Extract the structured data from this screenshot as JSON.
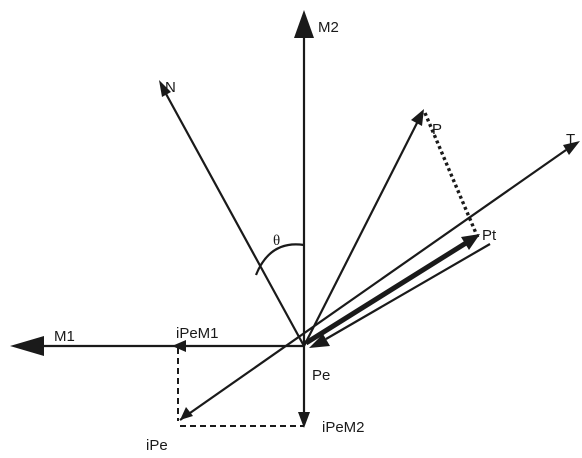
{
  "diagram": {
    "labels": {
      "m2": "M2",
      "n": "N",
      "p": "P",
      "t": "T",
      "pt": "Pt",
      "theta": "θ",
      "m1": "M1",
      "ipem1": "iPeM1",
      "pe": "Pe",
      "ipem2": "iPeM2",
      "ipe": "iPe"
    }
  }
}
